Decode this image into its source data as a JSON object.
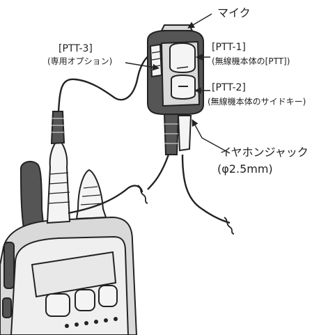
{
  "labels": {
    "mic": "マイク",
    "ptt3": "[PTT-3]",
    "ptt3_desc": "(専用オプション)",
    "ptt1": "[PTT-1]",
    "ptt1_desc": "(無線機本体の[PTT])",
    "ptt2": "[PTT-2]",
    "ptt2_desc": "(無線機本体のサイドキー)",
    "jack": "イヤホンジャック",
    "jack_size": "(φ2.5mm)"
  },
  "colors": {
    "ink": "#222222",
    "body_fill": "#d9d9d9",
    "dark_fill": "#555555",
    "screen_fill": "#e8e8e8"
  }
}
